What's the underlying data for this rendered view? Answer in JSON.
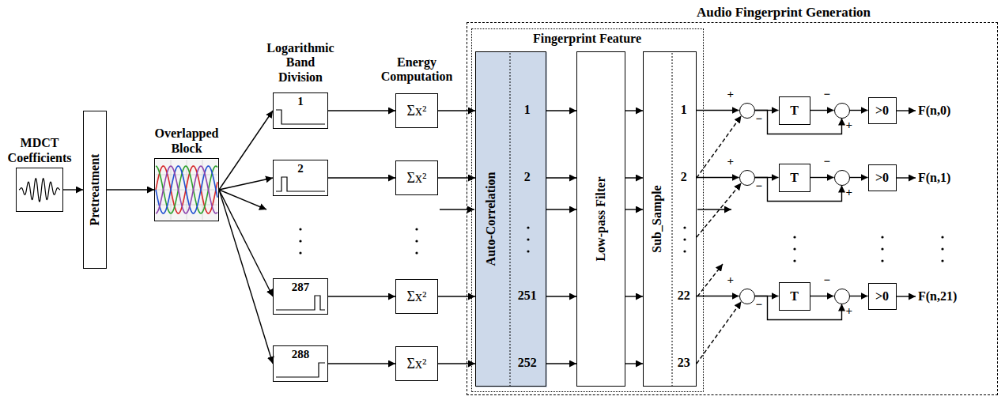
{
  "diagram": {
    "nodes": [
      {
        "text": [
          "MDCT Coefficients"
        ]
      },
      {
        "text": [
          "Pretreatment"
        ]
      },
      {
        "text": [
          "Overlapped Block"
        ]
      },
      {
        "text": [
          "1"
        ]
      },
      {
        "text": [
          "2"
        ]
      },
      {
        "text": [
          "287"
        ]
      },
      {
        "text": [
          "288"
        ]
      },
      {
        "text": [
          "Σx²"
        ]
      },
      {
        "text": [
          "Σx²"
        ]
      },
      {
        "text": [
          "Σx²"
        ]
      },
      {
        "text": [
          "Σx²"
        ]
      },
      {
        "text": [
          "Audio Fingerprint Generation"
        ]
      },
      {
        "text": [
          "Fingerprint Feature"
        ],
        "in": 11
      },
      {
        "text": [
          "Auto-Correlation",
          "1",
          "2",
          "251",
          "252"
        ],
        "in": 12
      },
      {
        "text": [
          "Low-pass Filter"
        ],
        "in": 12
      },
      {
        "text": [
          "Sub_Sample",
          "1",
          "2",
          "22",
          "23"
        ],
        "in": 12
      },
      {
        "text": [
          "+",
          "−"
        ],
        "in": 11
      },
      {
        "text": [
          "T"
        ],
        "in": 11
      },
      {
        "text": [
          "−",
          "+"
        ],
        "in": 11
      },
      {
        "text": [
          ">0"
        ],
        "in": 11
      },
      {
        "text": [
          "+",
          "−"
        ],
        "in": 11
      },
      {
        "text": [
          "T"
        ],
        "in": 11
      },
      {
        "text": [
          "−",
          "+"
        ],
        "in": 11
      },
      {
        "text": [
          ">0"
        ],
        "in": 11
      },
      {
        "text": [
          "+",
          "−"
        ],
        "in": 11
      },
      {
        "text": [
          "T"
        ],
        "in": 11
      },
      {
        "text": [
          "−",
          "+"
        ],
        "in": 11
      },
      {
        "text": [
          ">0"
        ],
        "in": 11
      }
    ],
    "edges": [
      {
        "from": 0,
        "to": 1,
        "arrow": "to"
      },
      {
        "from": 1,
        "to": 2,
        "arrow": "to"
      },
      {
        "from": 2,
        "to": 3,
        "arrow": "to"
      },
      {
        "from": 2,
        "to": 4,
        "arrow": "to"
      },
      {
        "from": 2,
        "to": 5,
        "arrow": "to"
      },
      {
        "from": 2,
        "to": 6,
        "arrow": "to"
      },
      {
        "from": 3,
        "to": 7,
        "arrow": "to"
      },
      {
        "from": 4,
        "to": 8,
        "arrow": "to"
      },
      {
        "from": 5,
        "to": 9,
        "arrow": "to"
      },
      {
        "from": 6,
        "to": 10,
        "arrow": "to"
      },
      {
        "from": 7,
        "to": 13,
        "arrow": "to"
      },
      {
        "from": 8,
        "to": 13,
        "arrow": "to"
      },
      {
        "from": 9,
        "to": 13,
        "arrow": "to"
      },
      {
        "from": 10,
        "to": 13,
        "arrow": "to"
      },
      {
        "from": 13,
        "to": 14,
        "arrow": "to"
      },
      {
        "from": 13,
        "to": 14,
        "arrow": "to"
      },
      {
        "from": 13,
        "to": 14,
        "arrow": "to"
      },
      {
        "from": 13,
        "to": 14,
        "arrow": "to"
      },
      {
        "from": 13,
        "to": 14,
        "arrow": "to"
      },
      {
        "from": 14,
        "to": 15,
        "arrow": "to"
      },
      {
        "from": 14,
        "to": 15,
        "arrow": "to"
      },
      {
        "from": 14,
        "to": 15,
        "arrow": "to"
      },
      {
        "from": 14,
        "to": 15,
        "arrow": "to"
      },
      {
        "from": 14,
        "to": 15,
        "arrow": "to"
      },
      {
        "from": 15,
        "to": 16,
        "arrow": "to"
      },
      {
        "from": 15,
        "to": 16,
        "arrow": "to"
      },
      {
        "from": 15,
        "to": 20,
        "arrow": "to"
      },
      {
        "from": 15,
        "to": 20,
        "arrow": "to"
      },
      {
        "from": 15,
        "to": 24,
        "arrow": "to"
      },
      {
        "from": 15,
        "to": 24,
        "arrow": "to"
      },
      {
        "from": 16,
        "to": 17,
        "arrow": "to"
      },
      {
        "from": 17,
        "to": 18,
        "arrow": "to"
      },
      {
        "from": 16,
        "to": 18,
        "arrow": "to"
      },
      {
        "from": 18,
        "to": 19,
        "arrow": "to"
      },
      {
        "from": 20,
        "to": 21,
        "arrow": "to"
      },
      {
        "from": 21,
        "to": 22,
        "arrow": "to"
      },
      {
        "from": 20,
        "to": 22,
        "arrow": "to"
      },
      {
        "from": 22,
        "to": 23,
        "arrow": "to"
      },
      {
        "from": 24,
        "to": 25,
        "arrow": "to"
      },
      {
        "from": 25,
        "to": 26,
        "arrow": "to"
      },
      {
        "from": 24,
        "to": 26,
        "arrow": "to"
      },
      {
        "from": 26,
        "to": 27,
        "arrow": "to"
      }
    ],
    "labels": [
      "Logarithmic Band Division",
      "Energy Computation",
      "F(n,0)",
      "F(n,1)",
      "F(n,21)"
    ]
  }
}
